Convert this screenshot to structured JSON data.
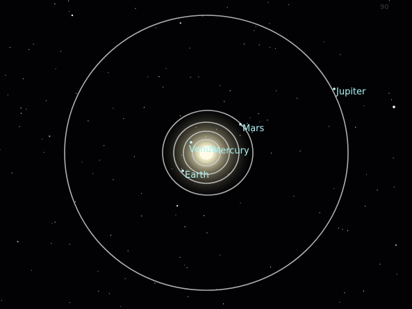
{
  "view": {
    "corner_text": "90",
    "background_color": "#020204",
    "orbit_color": "#cfcfcf",
    "label_color": "#aef3f3",
    "sun_color": "#f4eed0"
  },
  "bodies": {
    "sun": {
      "icon": "sun-icon"
    },
    "mercury": {
      "label": "Mercury"
    },
    "venus": {
      "label": "Venus"
    },
    "earth": {
      "label": "Earth"
    },
    "mars": {
      "label": "Mars"
    },
    "jupiter": {
      "label": "Jupiter"
    }
  }
}
